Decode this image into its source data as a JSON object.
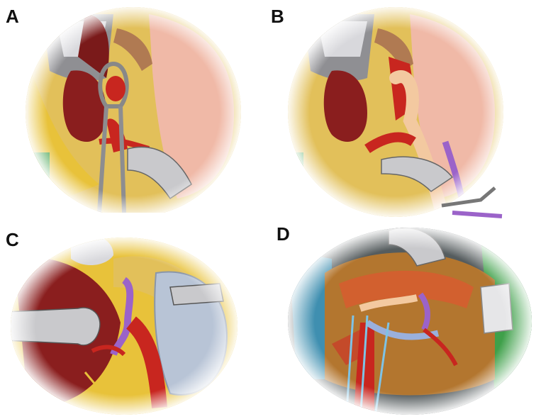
{
  "figure": {
    "panels": [
      {
        "label": "A"
      },
      {
        "label": "B"
      },
      {
        "label": "C"
      },
      {
        "label": "D"
      }
    ]
  },
  "colors": {
    "fat": "#e8c23a",
    "liver": "#8a1e1e",
    "bowel": "#f0b9a7",
    "artery": "#c8261f",
    "graft": "#9b63c9",
    "portal_vein": "#f3c9a0",
    "instrument": "#c9c9cc",
    "drape_green": "#3fa04a",
    "drape_blue": "#3f8fb0",
    "vessel_loop": "#7ec3e6"
  }
}
